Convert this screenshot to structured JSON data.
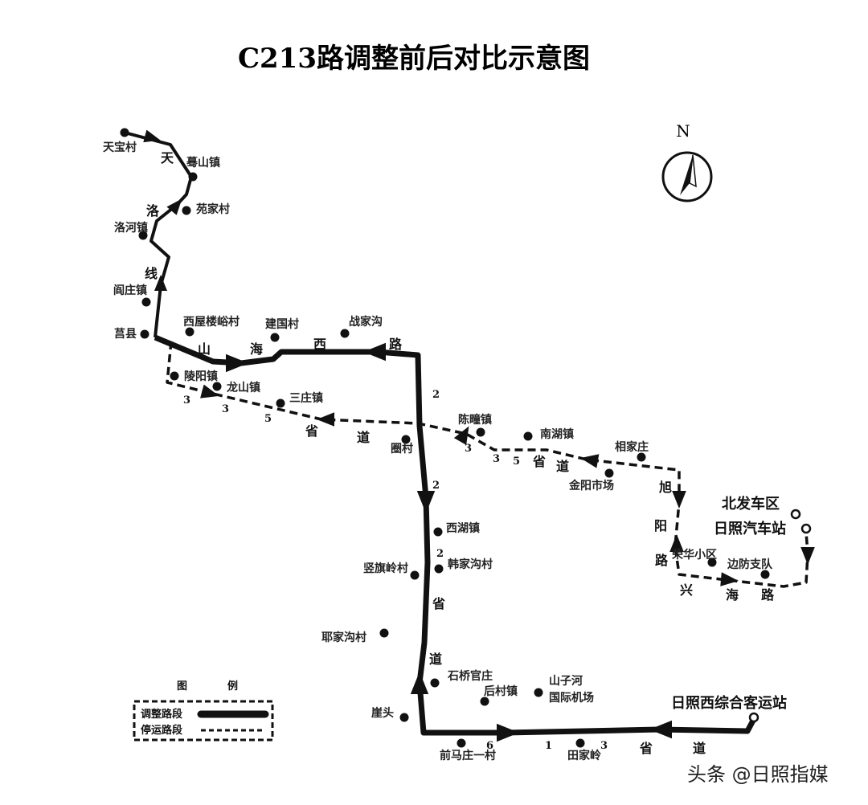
{
  "title": "C213路调整前后对比示意图",
  "compass": {
    "label": "N",
    "icon": "north-arrow-icon"
  },
  "stations": {
    "tianbaocun": "天宝村",
    "mushanzhen": "蓦山镇",
    "yuanjiacun": "苑家村",
    "luohezhen": "洛河镇",
    "yanzhuangzhen": "阎庄镇",
    "juxian": "莒县",
    "xiwuloucun": "西屋楼峪村",
    "jianguocun": "建国村",
    "zhanjiagou": "战家沟",
    "lingyangzhen": "陵阳镇",
    "longshanzhen": "龙山镇",
    "sanzhuangzhen": "三庄镇",
    "chentuanzhen": "陈疃镇",
    "nanhuzhen": "南湖镇",
    "xiangjiazhuang": "相家庄",
    "jinyangshichang": "金阳市场",
    "quancun": "圈村",
    "xihuzhen": "西湖镇",
    "hanjiagoucun": "韩家沟村",
    "shuqilingcun": "竖旗岭村",
    "yejiagoucun": "耶家沟村",
    "shiqiaoguanzhuang": "石桥官庄",
    "houcunzhen": "后村镇",
    "airport_line1": "山子河",
    "airport_line2": "国际机场",
    "yatou": "崖头",
    "qianmazhuang": "前马庄一村",
    "tianjialing": "田家岭",
    "ronghua": "荣华小区",
    "bianfang": "边防支队",
    "beifachequ": "北发车区",
    "rizhaoqichezhan": "日照汽车站",
    "rizhaoxi": "日照西综合客运站"
  },
  "roads": {
    "tianluoxian": [
      "天",
      "洛",
      "线"
    ],
    "shanhaixilu": [
      "山",
      "海",
      "西",
      "路"
    ],
    "s335_west": [
      "3",
      "3",
      "5",
      "省",
      "道"
    ],
    "s335_east": [
      "3",
      "3",
      "5",
      "省",
      "道"
    ],
    "xuyanglu": [
      "旭",
      "阳",
      "路"
    ],
    "xinghailu": [
      "兴",
      "海",
      "路"
    ],
    "s222": [
      "2",
      "2",
      "2",
      "省",
      "道"
    ],
    "s613": [
      "6",
      "1",
      "3",
      "省",
      "道"
    ]
  },
  "legend": {
    "title": [
      "图",
      "例"
    ],
    "adjusted": "调整路段",
    "suspended": "停运路段"
  },
  "watermark": "头条 @日照指媒",
  "colors": {
    "line": "#111111",
    "background": "#ffffff"
  }
}
